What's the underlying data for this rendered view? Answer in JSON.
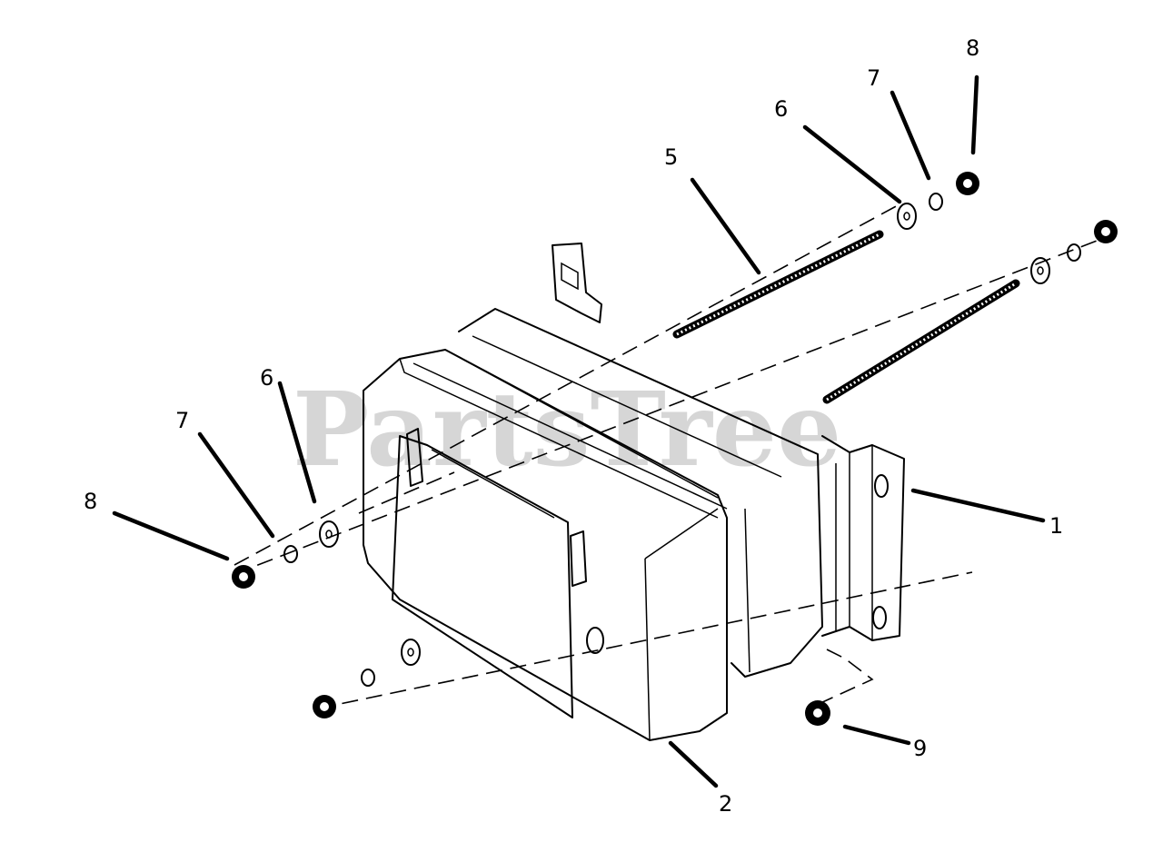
{
  "watermark": "PartsTree",
  "callouts": {
    "n1": "1",
    "n2": "2",
    "n5": "5",
    "n6_top": "6",
    "n7_top": "7",
    "n8_top": "8",
    "n6_left": "6",
    "n7_left": "7",
    "n8_left": "8",
    "n9": "9"
  },
  "colors": {
    "ink": "#000000",
    "paper": "#ffffff",
    "watermark": "#d6d6d6"
  }
}
